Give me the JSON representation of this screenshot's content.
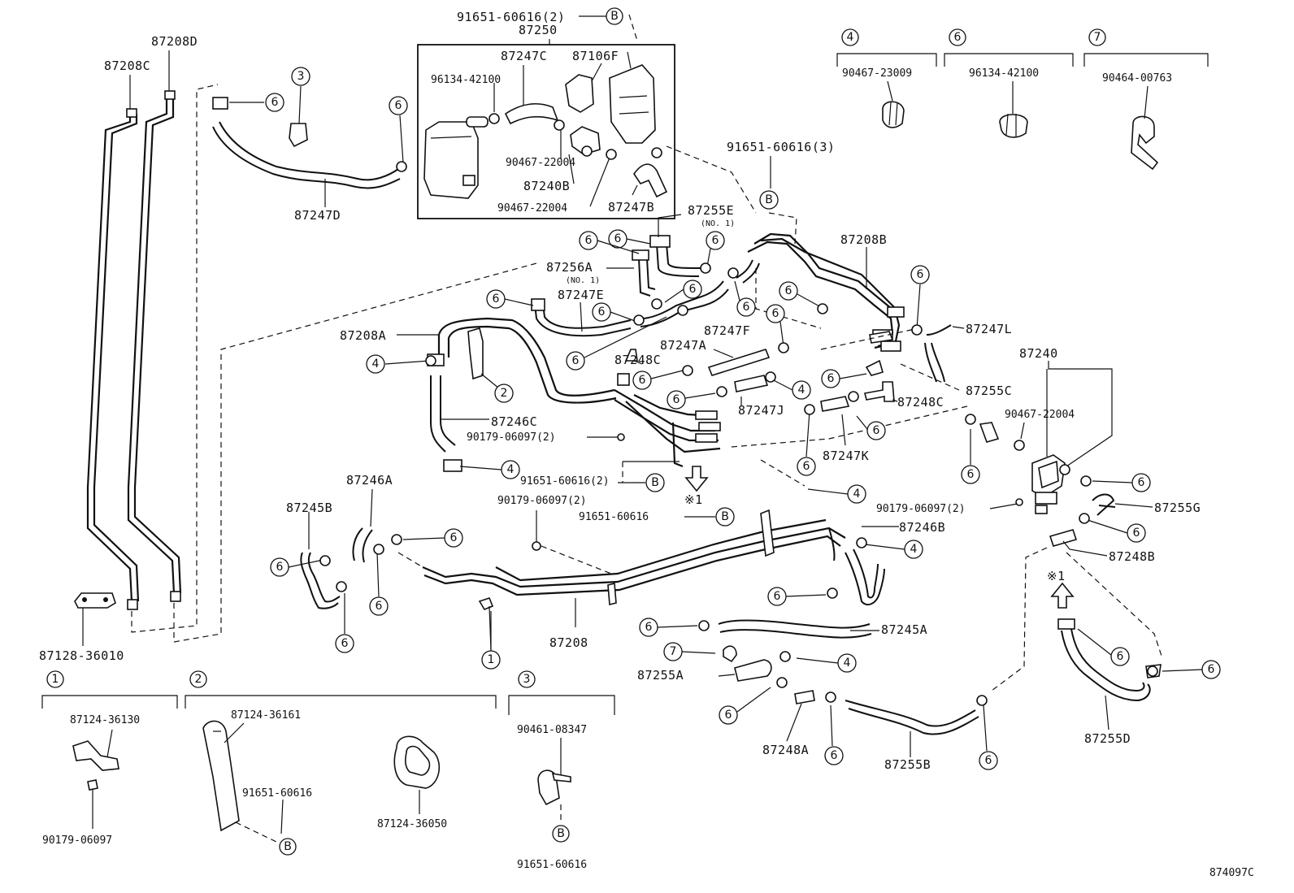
{
  "diagram": {
    "circled_numbers": [
      "1",
      "2",
      "3",
      "4",
      "6",
      "7"
    ],
    "circled_letter": "B",
    "mark_symbol": "※1",
    "labels": {
      "l87208D": "87208D",
      "l87208C": "87208C",
      "l87247D": "87247D",
      "l87128": "87128-36010",
      "l91651_2_top": "91651-60616(2)",
      "l87250": "87250",
      "l87247C": "87247C",
      "l87106F": "87106F",
      "l96134_box": "96134-42100",
      "l90467_22004_a": "90467-22004",
      "l87240B": "87240B",
      "l90467_22004_b": "90467-22004",
      "l87247B": "87247B",
      "l90467_23009": "90467-23009",
      "l96134_legend": "96134-42100",
      "l90464": "90464-00763",
      "l91651_3": "91651-60616(3)",
      "l87255E": "87255E",
      "l87255E_no": "(NO. 1)",
      "l87208B": "87208B",
      "l87256A": "87256A",
      "l87256A_no": "(NO. 1)",
      "l87247E": "87247E",
      "l87247F": "87247F",
      "l87247A": "87247A",
      "l87247L": "87247L",
      "l87208A": "87208A",
      "l87248C_a": "87248C",
      "l87248C_b": "87248C",
      "l87240": "87240",
      "l87255C": "87255C",
      "l90467_22004_c": "90467-22004",
      "l87247J": "87247J",
      "l87247K": "87247K",
      "l87246C": "87246C",
      "l90179_2_a": "90179-06097(2)",
      "l91651_2_b": "91651-60616(2)",
      "l87246A": "87246A",
      "l87245B": "87245B",
      "l90179_2_b": "90179-06097(2)",
      "l91651_mid": "91651-60616",
      "l90179_2_c": "90179-06097(2)",
      "l87255G": "87255G",
      "l87246B": "87246B",
      "l87248B": "87248B",
      "l87208": "87208",
      "l87245A": "87245A",
      "l87255A": "87255A",
      "l87248A": "87248A",
      "l87255B": "87255B",
      "l87255D": "87255D",
      "l87124_36130": "87124-36130",
      "l90179_06097": "90179-06097",
      "l87124_36161": "87124-36161",
      "l91651_leg2": "91651-60616",
      "l87124_36050": "87124-36050",
      "l90461": "90461-08347",
      "l91651_leg3": "91651-60616",
      "diagram_id": "874097C"
    }
  }
}
